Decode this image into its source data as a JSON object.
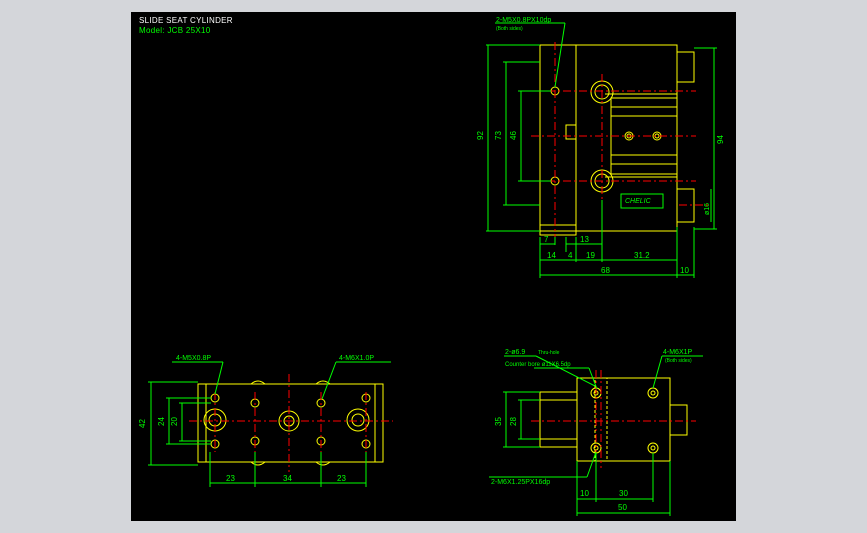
{
  "colors": {
    "background": "#000000",
    "frame": "#d4d6da",
    "outline": "#ffff00",
    "dimension": "#00ff00",
    "centerline": "#ff0000",
    "title": "#ffffff"
  },
  "title_block": {
    "title": "SLIDE SEAT CYLINDER",
    "model": "Model:  JCB  25X10"
  },
  "views": {
    "side": {
      "callout": "2-M5X0.8PX10dp",
      "callout_note": "(Both sides)",
      "dims": {
        "height_overall": "92",
        "height_inner": "73",
        "height_holes": "46",
        "height_right": "94",
        "rod_dia": "ø16",
        "d7": "7",
        "d13": "13",
        "d14": "14",
        "d4": "4",
        "d19": "19",
        "d31": "31.2",
        "d68": "68",
        "d10": "10"
      },
      "nameplate": "CHELIC"
    },
    "top": {
      "callout_left": "4-M5X0.8P",
      "callout_right": "4-M6X1.0P",
      "dims": {
        "h42": "42",
        "h24": "24",
        "h20": "20",
        "w23a": "23",
        "w34": "34",
        "w23b": "23"
      }
    },
    "end": {
      "callout_thru": "2-ø6.9",
      "callout_thru_note": "Thru-hole",
      "callout_counterbore": "Counter bore ø11X6.5dp",
      "callout_right": "4-M6X1P",
      "callout_right_note": "(Both sides)",
      "callout_bottom": "2-M6X1.25PX16dp",
      "dims": {
        "h35": "35",
        "h28": "28",
        "w10": "10",
        "w30": "30",
        "w50": "50"
      }
    }
  }
}
